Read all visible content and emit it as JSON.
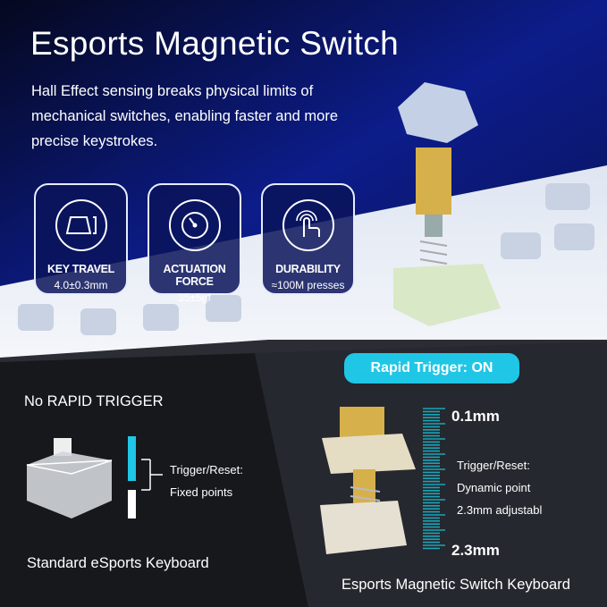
{
  "header": {
    "title": "Esports Magnetic Switch",
    "subtitle_lines": [
      "Hall Effect sensing breaks physical limits of",
      "mechanical switches, enabling faster and more",
      "precise keystrokes."
    ]
  },
  "features": [
    {
      "icon": "keycap-travel-icon",
      "label": "KEY TRAVEL",
      "value": "4.0±0.3mm"
    },
    {
      "icon": "gauge-icon",
      "label": "ACTUATION FORCE",
      "value": "35±5gf"
    },
    {
      "icon": "finger-press-icon",
      "label": "DURABILITY",
      "value": "≈100M presses"
    }
  ],
  "standard": {
    "heading": "No RAPID TRIGGER",
    "trigger_label": "Trigger/Reset:",
    "trigger_value": "Fixed points",
    "caption": "Standard eSports Keyboard"
  },
  "magnetic": {
    "badge": "Rapid Trigger: ON",
    "scale_top": "0.1mm",
    "scale_bottom": "2.3mm",
    "lines": [
      "Trigger/Reset:",
      "Dynamic point",
      "2.3mm adjustabl"
    ],
    "caption": "Esports Magnetic Switch Keyboard"
  },
  "colors": {
    "accent": "#20c6e6",
    "navy": "#0a1a6e",
    "ruler": "#1aa5b8"
  }
}
